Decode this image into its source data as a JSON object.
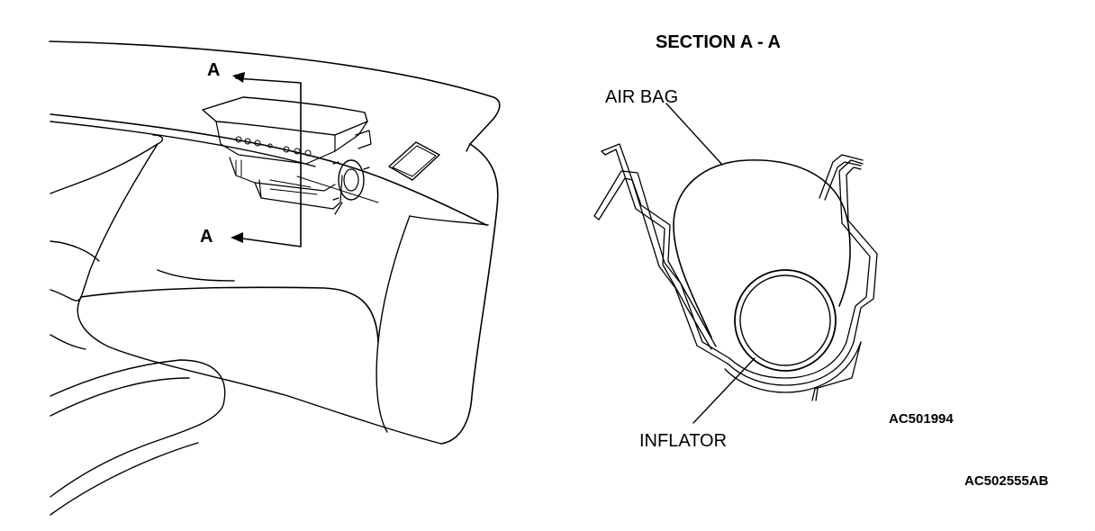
{
  "left_view": {
    "section_marker_top": "A",
    "section_marker_bottom": "A"
  },
  "right_view": {
    "title": "SECTION A - A",
    "airbag_label": "AIR BAG",
    "inflator_label": "INFLATOR",
    "figure_code": "AC501994"
  },
  "figure_code_main": "AC502555AB"
}
